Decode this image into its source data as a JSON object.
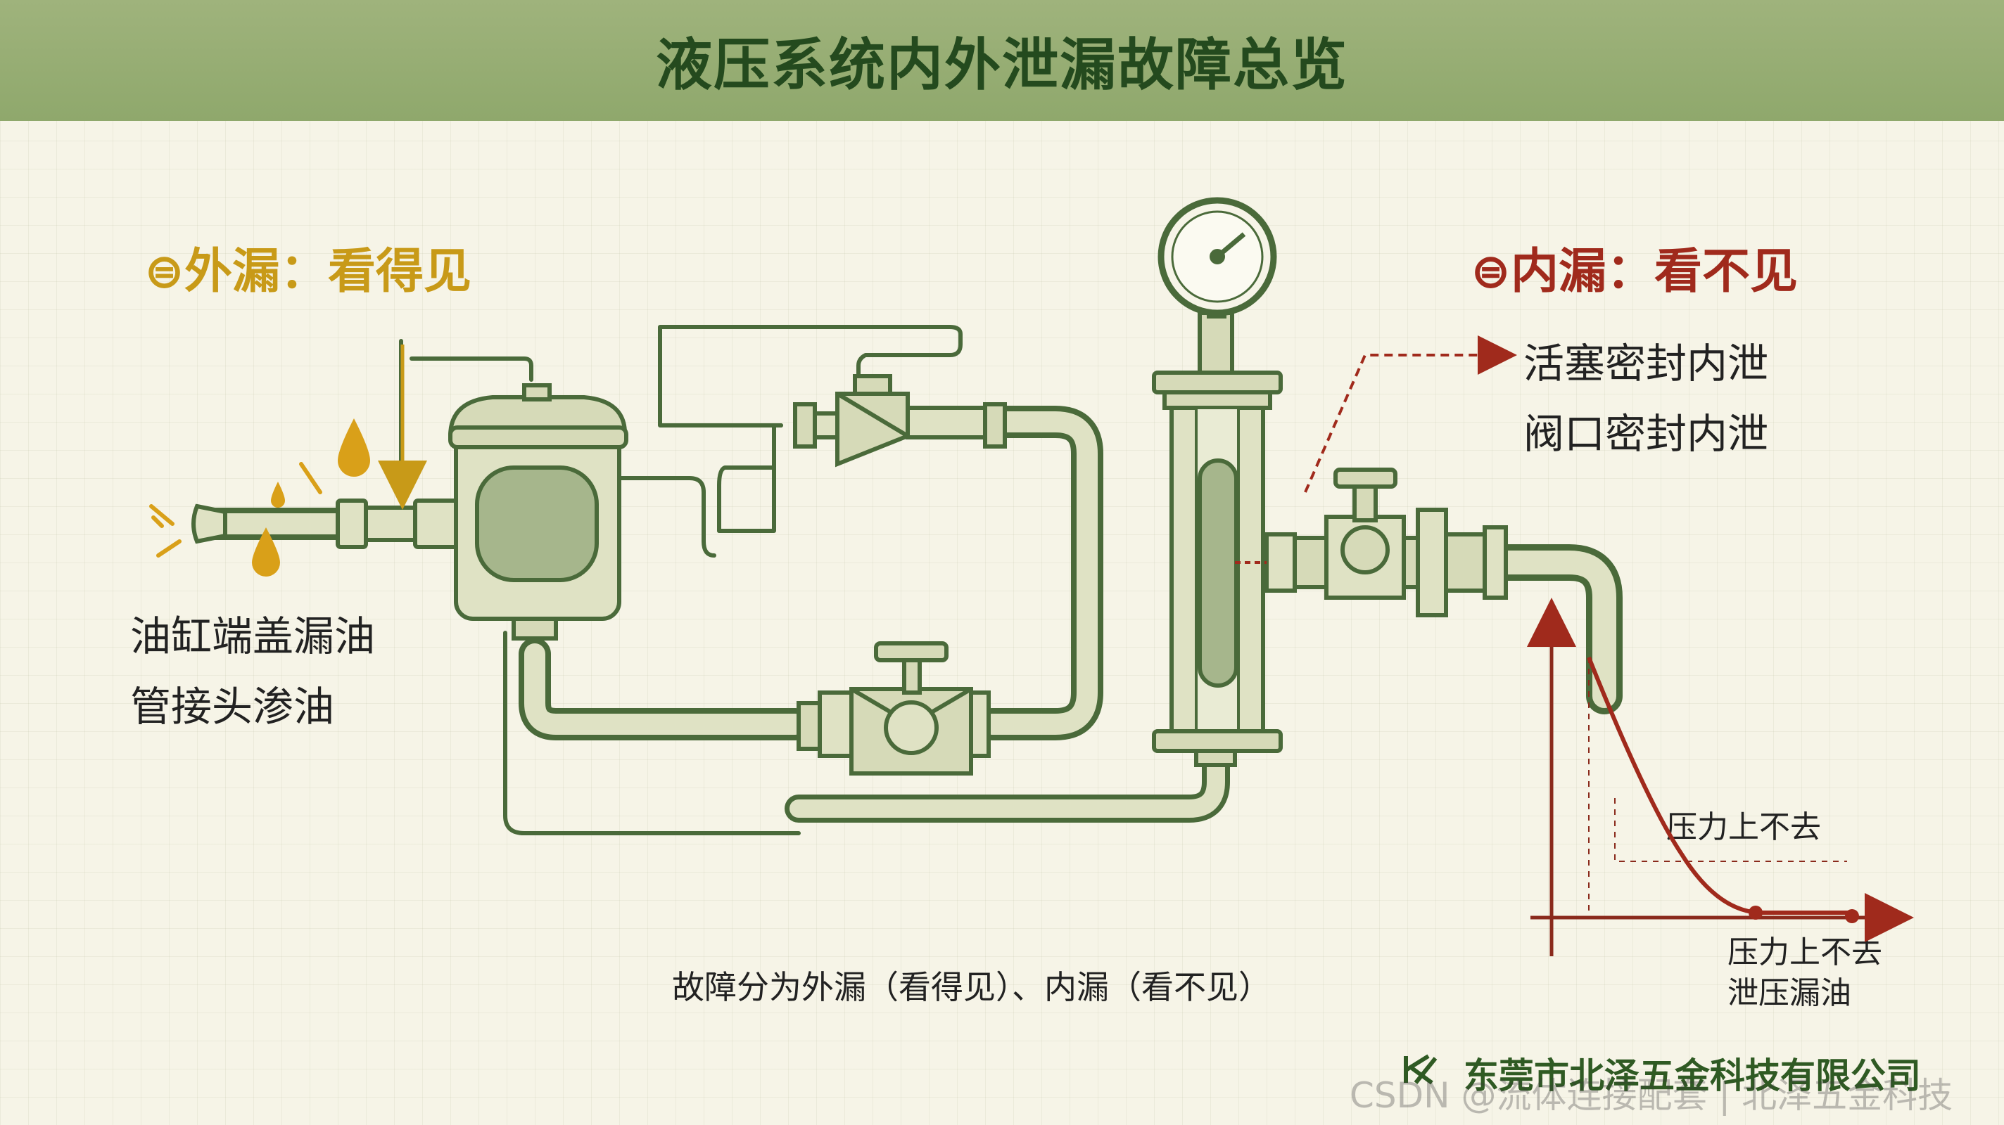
{
  "title": "液压系统内外泄漏故障总览",
  "external": {
    "heading": "⊜外漏：看得见",
    "items": [
      "油缸端盖漏油",
      "管接头渗油"
    ]
  },
  "internal": {
    "heading": "⊜内漏：看不见",
    "items": [
      "活塞密封内泄",
      "阀口密封内泄"
    ]
  },
  "graph": {
    "label_top": "压力上不去",
    "label_bottom_1": "压力上不去",
    "label_bottom_2": "泄压漏油"
  },
  "caption": "故障分为外漏（看得见）、内漏（看不见）",
  "company": "东莞市北泽五金科技有限公司",
  "watermark": "CSDN @流体连接配套 | 北泽五金科技",
  "colors": {
    "header": "#9fb37c",
    "title": "#244a1e",
    "external": "#c89a18",
    "internal": "#a02a1c",
    "pipe": "#4a6a3a",
    "component_fill": "#d6dab8"
  }
}
